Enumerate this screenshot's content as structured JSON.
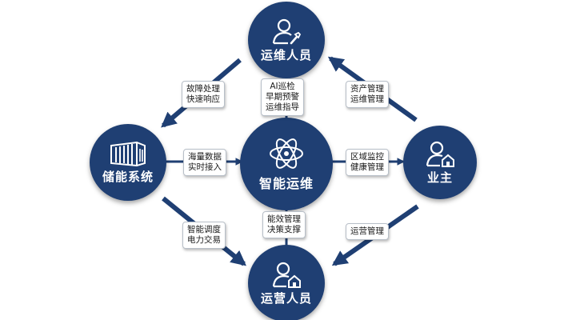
{
  "colors": {
    "node_fill": "#1f3f73",
    "arrow": "#1f3f73",
    "label_border": "#b8bfc8",
    "text": "#1a1a1a"
  },
  "nodes": {
    "center": {
      "label": "智能运维",
      "icon": "atom-icon"
    },
    "top": {
      "label": "运维人员",
      "icon": "user-wrench-icon"
    },
    "left": {
      "label": "储能系统",
      "icon": "battery-container-icon"
    },
    "right": {
      "label": "业主",
      "icon": "user-house-icon"
    },
    "bottom": {
      "label": "运营人员",
      "icon": "user-house-icon"
    }
  },
  "labels": {
    "top_left": [
      "故障处理",
      "快速响应"
    ],
    "top_center": [
      "AI巡检",
      "早期预警",
      "运维指导"
    ],
    "top_right": [
      "资产管理",
      "运维管理"
    ],
    "mid_left": [
      "海量数据",
      "实时接入"
    ],
    "mid_right": [
      "区域监控",
      "健康管理"
    ],
    "bottom_center": [
      "能效管理",
      "决策支撑"
    ],
    "bottom_left": [
      "智能调度",
      "电力交易"
    ],
    "bottom_right": [
      "运营管理"
    ]
  }
}
